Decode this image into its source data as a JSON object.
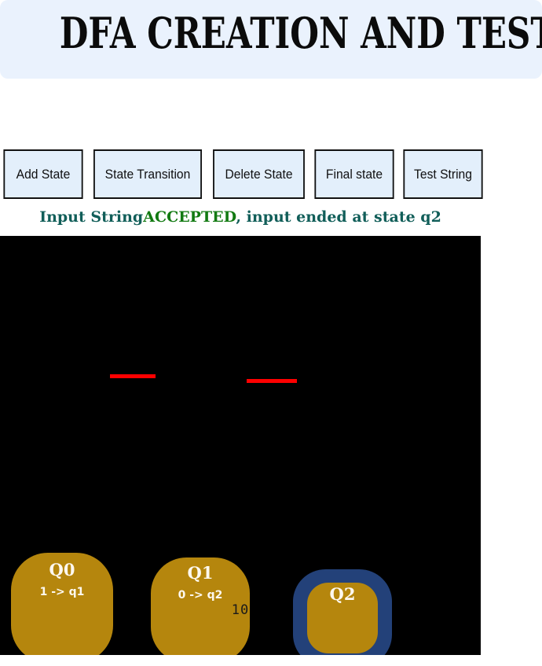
{
  "header": {
    "title": "DFA CREATION AND TESTING",
    "band_color": "#eaf2fd"
  },
  "toolbar": {
    "buttons": [
      {
        "label": "Add State",
        "name": "add-state"
      },
      {
        "label": "State Transition",
        "name": "state-transition"
      },
      {
        "label": "Delete State",
        "name": "delete-state"
      },
      {
        "label": "Final state",
        "name": "final-state"
      },
      {
        "label": "Test String",
        "name": "test-string"
      }
    ],
    "button_bg": "#e3effb",
    "button_border": "#121212"
  },
  "status": {
    "prefix": "Input String",
    "verdict": "ACCEPTED",
    "suffix": ", input ended at state q2",
    "prefix_color": "#115e59",
    "verdict_color": "#127a12"
  },
  "canvas": {
    "background": "#000000",
    "watermark": "10",
    "edge_color": "#ff0000",
    "state_fill": "#b5860d",
    "final_ring": "#234179",
    "label_color": "#fdf8ef"
  },
  "dfa": {
    "states": [
      {
        "id": "Q0",
        "rule": "1 -> q1",
        "final": false
      },
      {
        "id": "Q1",
        "rule": "0 -> q2",
        "final": false
      },
      {
        "id": "Q2",
        "rule": "",
        "final": true
      }
    ],
    "transitions": [
      {
        "from": "Q0",
        "to": "Q1"
      },
      {
        "from": "Q1",
        "to": "Q2"
      }
    ]
  }
}
